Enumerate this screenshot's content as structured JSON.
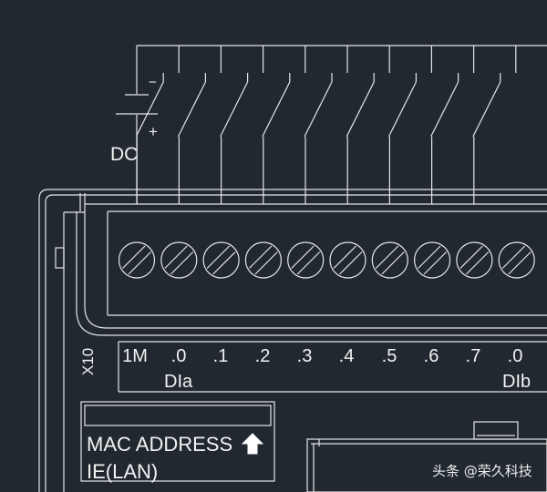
{
  "power": {
    "minus": "−",
    "plus": "+",
    "label": "DC"
  },
  "connector": {
    "name": "X10",
    "terminals": [
      "1M",
      ".0",
      ".1",
      ".2",
      ".3",
      ".4",
      ".5",
      ".6",
      ".7",
      ".0"
    ],
    "groups": [
      "DIa",
      "DIb"
    ]
  },
  "mac_box": {
    "line1": "MAC ADDRESS",
    "line2": "IE(LAN)",
    "arrow": "up-arrow-icon"
  },
  "watermark": "头条 @荣久科技"
}
